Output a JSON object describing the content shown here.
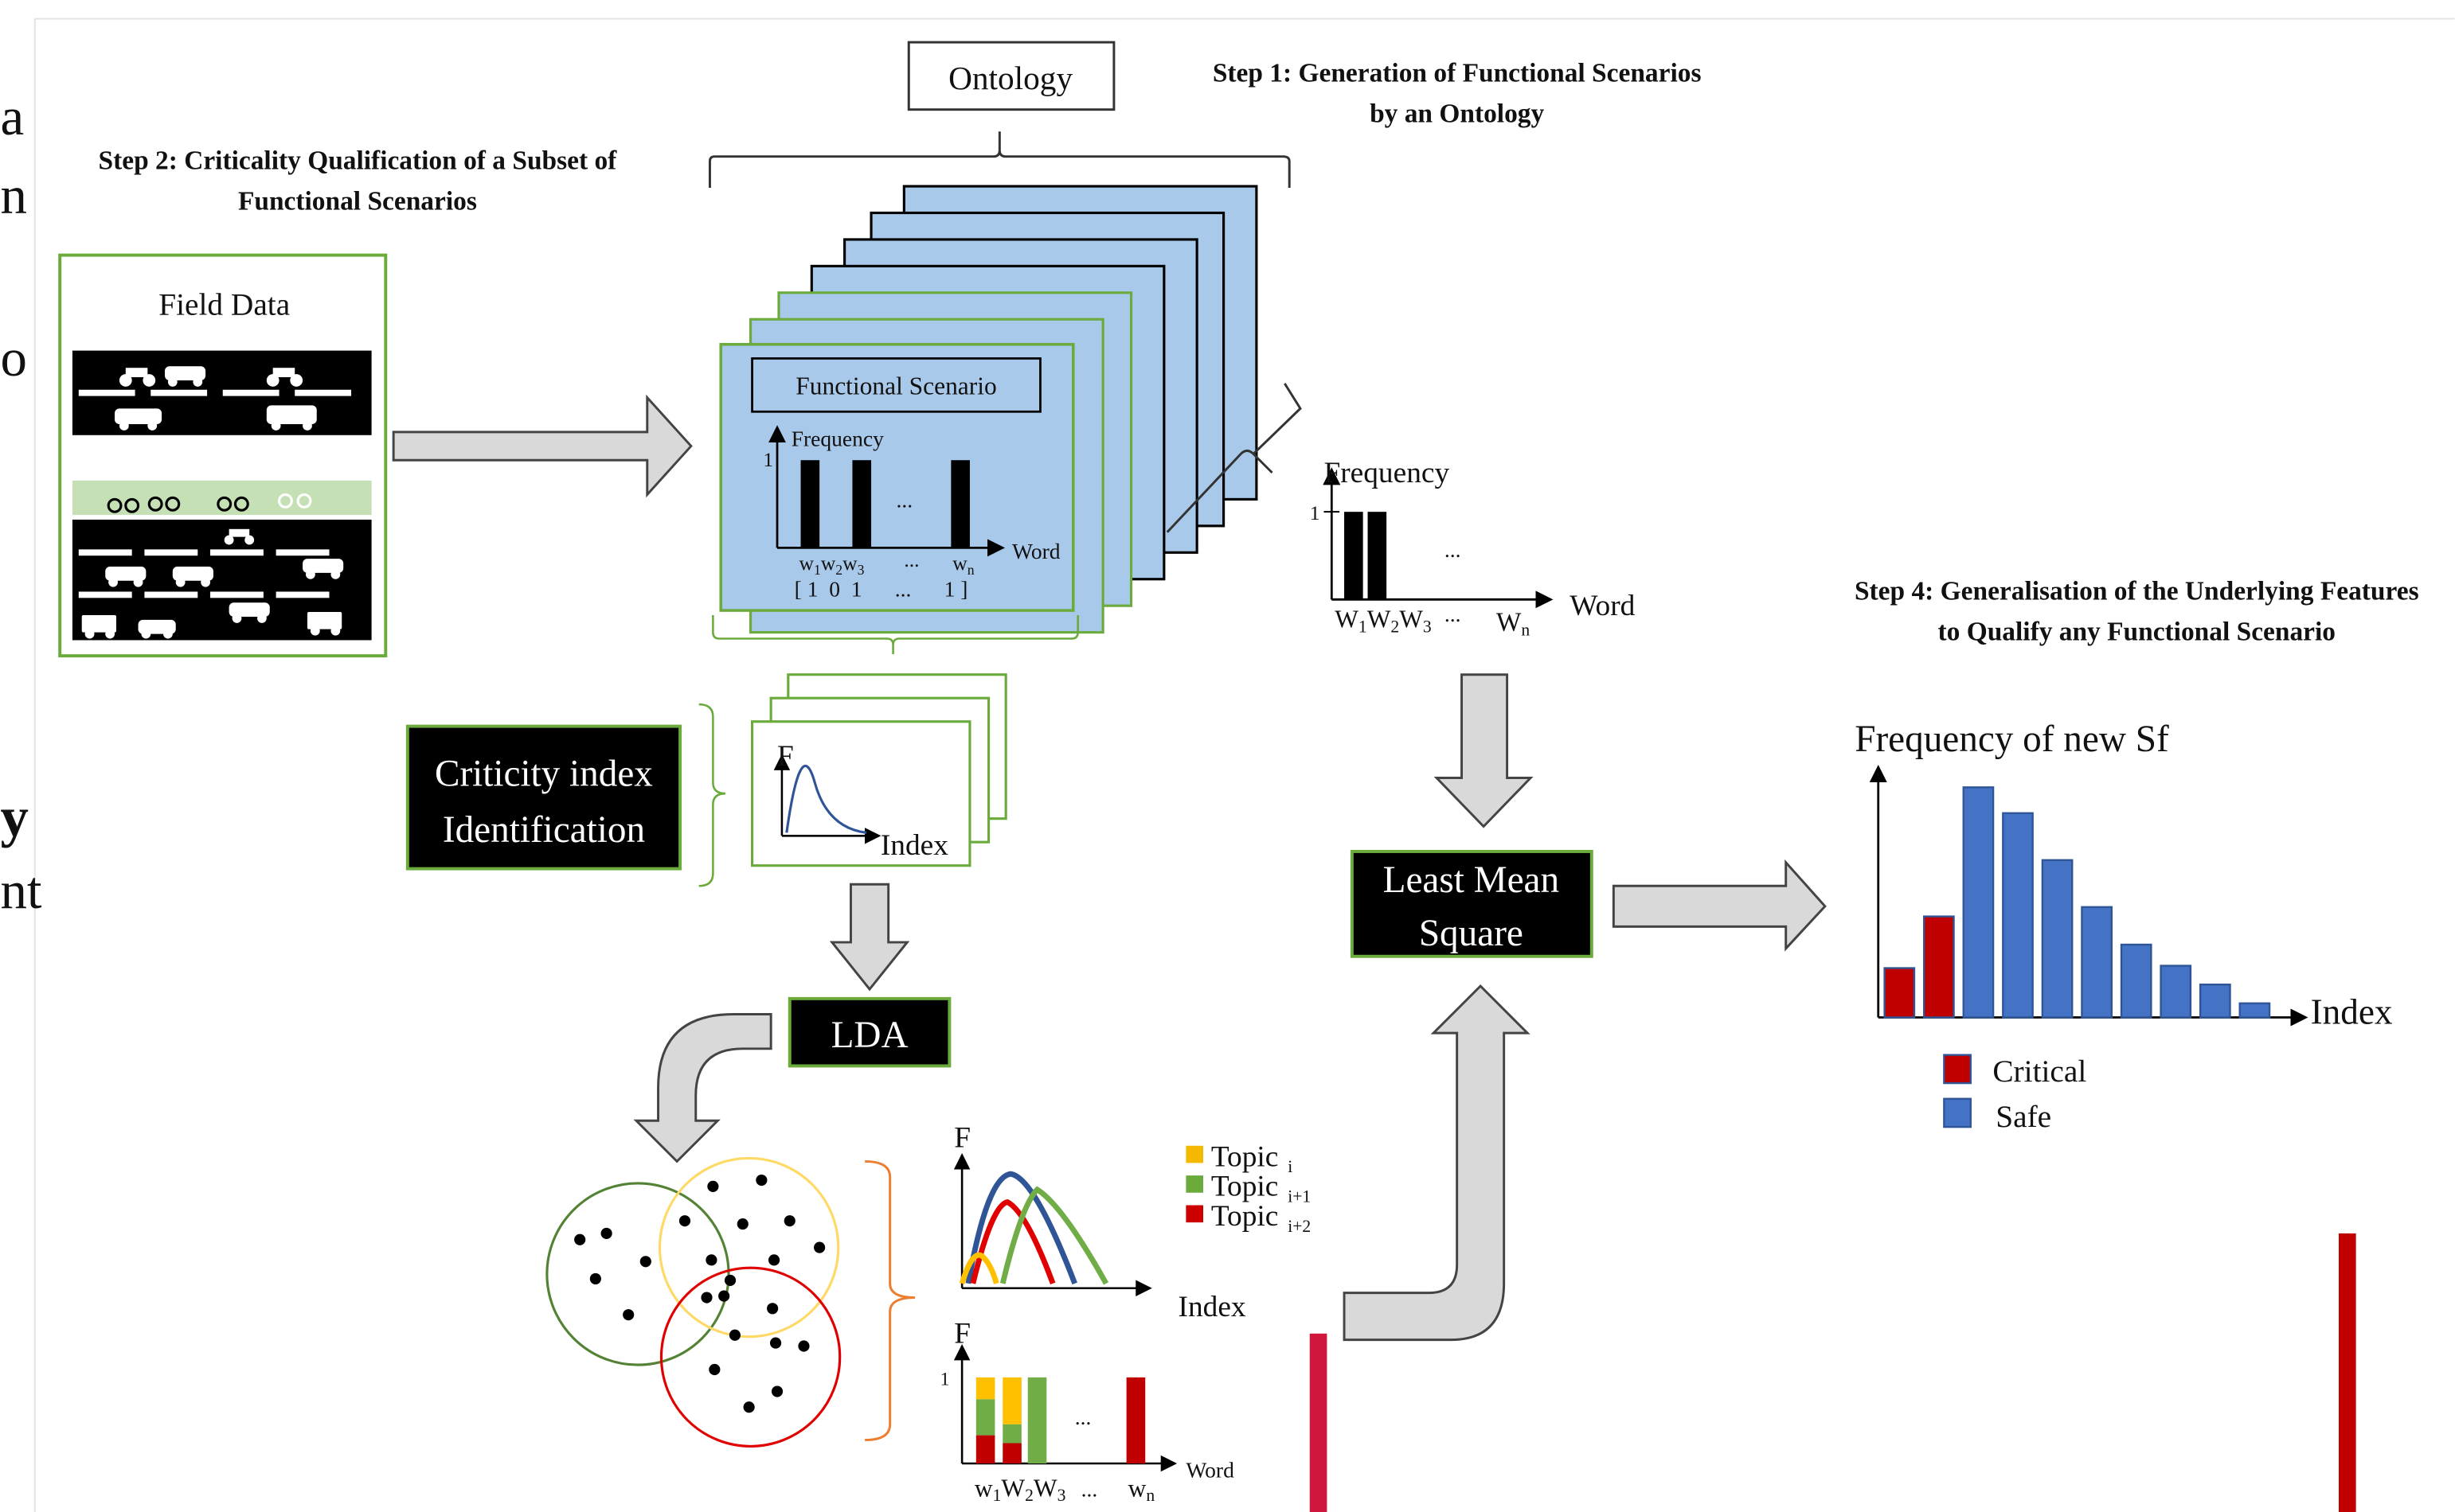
{
  "left_margin_fragments": [
    "a",
    "n",
    "o",
    "y",
    "nt"
  ],
  "ontology_label": "Ontology",
  "step1": {
    "line1": "Step 1: Generation of Functional Scenarios",
    "line2": "by an Ontology"
  },
  "step2": {
    "line1": "Step 2: Criticality Qualification of a Subset of",
    "line2": "Functional Scenarios"
  },
  "step4": {
    "line1": "Step 4: Generalisation of the Underlying Features",
    "line2": "to Qualify any Functional Scenario"
  },
  "field_data_label": "Field Data",
  "functional_scenario": {
    "title": "Functional Scenario",
    "ylabel": "Frequency",
    "tick_one": "1",
    "xlabel": "Word",
    "ellipsis": "...",
    "vector_text": "[ 1  0  1      ...      1 ]"
  },
  "frequency_chart": {
    "ylabel": "Frequency",
    "xlabel": "Word",
    "tick_one": "1",
    "ellipsis": "..."
  },
  "criticity_box": {
    "line1": "Criticity index",
    "line2": "Identification"
  },
  "index_chart": {
    "ylabel": "F",
    "xlabel": "Index"
  },
  "lda_label": "LDA",
  "lms_box": {
    "line1": "Least Mean",
    "line2": "Square"
  },
  "topics": {
    "ylabel": "F",
    "xlabel": "Index",
    "legend": [
      {
        "label": "Topic",
        "sub": "i",
        "color": "#f5b800"
      },
      {
        "label": "Topic",
        "sub": "i+1",
        "color": "#6aab3c"
      },
      {
        "label": "Topic",
        "sub": "i+2",
        "color": "#cc0000"
      }
    ],
    "curve_colors": {
      "blue": "#2f5597",
      "red": "#e00000",
      "green": "#70ad47",
      "yellow": "#ffc000"
    }
  },
  "topic_word_chart": {
    "ylabel": "F",
    "tick_one": "1",
    "xlabel": "Word",
    "ellipsis": "..."
  },
  "chart_data": {
    "type": "bar",
    "title": "Frequency of new Sf",
    "xlabel": "Index",
    "ylabel": "",
    "values": [
      0.21,
      0.43,
      0.98,
      0.87,
      0.67,
      0.47,
      0.31,
      0.22,
      0.14,
      0.06
    ],
    "status": [
      "Critical",
      "Critical",
      "Safe",
      "Safe",
      "Safe",
      "Safe",
      "Safe",
      "Safe",
      "Safe",
      "Safe"
    ],
    "legend": [
      {
        "label": "Critical",
        "color": "#c00000"
      },
      {
        "label": "Safe",
        "color": "#4472c4"
      }
    ],
    "colors": {
      "Critical": "#c00000",
      "Safe": "#4472c4"
    },
    "legend_position": "bottom-left",
    "grid": false
  },
  "word_labels": {
    "w": "w",
    "w_upper": "W",
    "s1": "1",
    "s2": "2",
    "s3": "3",
    "sn": "n",
    "dots": "..."
  }
}
